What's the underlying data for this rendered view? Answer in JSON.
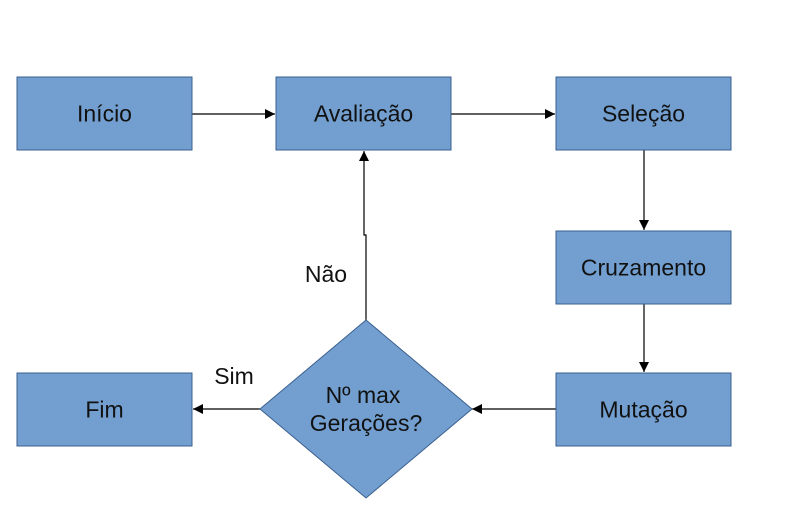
{
  "colors": {
    "node_fill": "#729fcf",
    "node_stroke": "#3a5f8f",
    "edge": "#000000",
    "text": "#111111",
    "background": "#ffffff"
  },
  "nodes": {
    "inicio": "Início",
    "avaliacao": "Avaliação",
    "selecao": "Seleção",
    "cruzamento": "Cruzamento",
    "mutacao": "Mutação",
    "decisao_line1": "Nº max",
    "decisao_line2": "Gerações?",
    "fim": "Fim"
  },
  "edge_labels": {
    "nao": "Não",
    "sim": "Sim"
  }
}
